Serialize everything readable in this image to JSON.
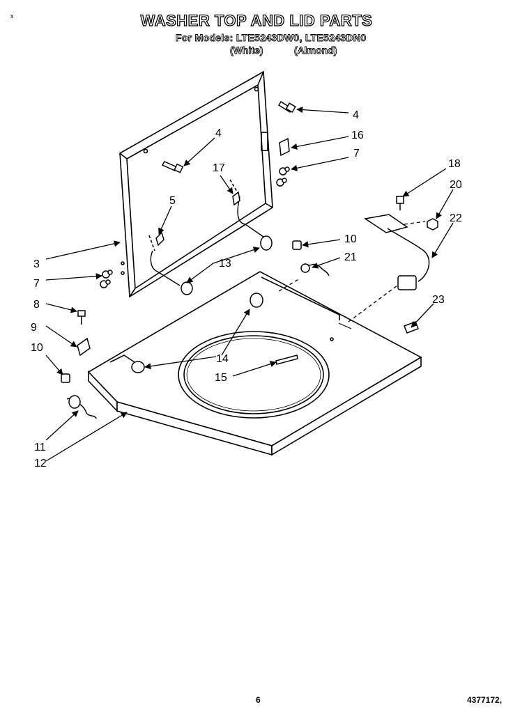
{
  "header": {
    "corner_mark": "x",
    "title": "WASHER TOP AND LID PARTS",
    "models_line": "For Models: LTE5243DW0, LTE5243DN0",
    "color_white": "(White)",
    "color_almond": "(Almond)"
  },
  "callouts": {
    "lid_screw_top": "4",
    "lid_screw_left": "4",
    "lid_frame": "3",
    "lid_bumper_left": "7",
    "lid_bumper_right": "7",
    "hinge_pin": "5",
    "switch_actuator": "13",
    "lid_stop": "16",
    "lid_spring": "17",
    "hinge_screw": "8",
    "hinge_bracket": "9",
    "bushing_left": "10",
    "bushing_right": "10",
    "torsion_spring_left": "11",
    "washer_top": "12",
    "top_bumper": "14",
    "tub_ring_screw": "15",
    "torsion_spring_right": "21",
    "switch_screw": "18",
    "switch_nut": "20",
    "lid_switch": "22",
    "switch_clip": "23"
  },
  "footer": {
    "page_number": "6",
    "document_number": "4377172,"
  }
}
